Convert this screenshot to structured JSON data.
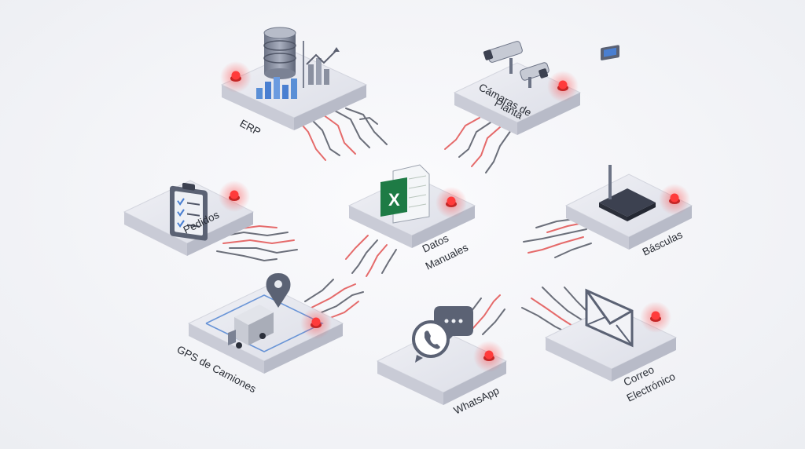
{
  "nodes": {
    "erp": {
      "label": "ERP"
    },
    "camaras": {
      "label_line1": "Cámaras de",
      "label_line2": "Planta"
    },
    "pedidos": {
      "label": "Pedidos"
    },
    "datos": {
      "label_line1": "Datos",
      "label_line2": "Manuales",
      "excel_letter": "X"
    },
    "basculas": {
      "label": "Básculas"
    },
    "gps": {
      "label": "GPS de Camiones"
    },
    "whatsapp": {
      "label": "WhatsApp"
    },
    "correo": {
      "label_line1": "Correo",
      "label_line2": "Electrónico"
    }
  },
  "icons": {
    "erp": [
      "database-icon",
      "bar-chart-icon",
      "trend-chart-icon"
    ],
    "camaras": [
      "security-camera-icon"
    ],
    "pedidos": [
      "clipboard-checklist-icon"
    ],
    "datos": [
      "excel-file-icon"
    ],
    "basculas": [
      "weighing-scale-icon"
    ],
    "gps": [
      "location-pin-icon",
      "truck-icon"
    ],
    "whatsapp": [
      "whatsapp-icon",
      "chat-bubble-icon"
    ],
    "correo": [
      "envelope-icon"
    ]
  },
  "colors": {
    "platform_top": "#e6e7ee",
    "platform_side": "#c9cbd6",
    "alert_red": "#ff3b3b",
    "wire_gray": "#6b6f7a",
    "wire_red": "#e56a6a",
    "excel_green": "#1e7b45",
    "route_blue": "#4a7fd1"
  }
}
